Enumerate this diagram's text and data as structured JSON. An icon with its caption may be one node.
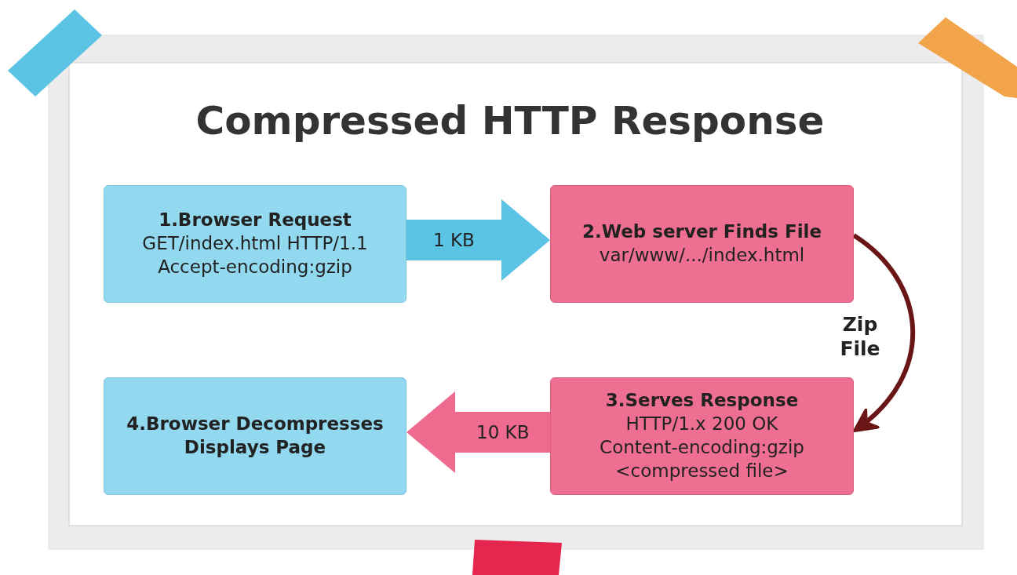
{
  "diagram": {
    "title": "Compressed HTTP Response",
    "nodes": [
      {
        "text": [
          "1.Browser Request",
          "GET/index.html HTTP/1.1",
          "Accept-encoding:gzip"
        ]
      },
      {
        "text": [
          "2.Web server Finds File",
          "var/www/.../index.html"
        ]
      },
      {
        "text": [
          "3.Serves Response",
          "HTTP/1.x 200 OK",
          "Content-encoding:gzip",
          "<compressed file>"
        ]
      },
      {
        "text": [
          "4.Browser Decompresses Displays Page"
        ]
      }
    ],
    "edges": [
      {
        "from": 0,
        "to": 1,
        "arrow": "to",
        "label": "1 KB",
        "style": "thick",
        "color": "#5bc4e5"
      },
      {
        "from": 1,
        "to": 2,
        "arrow": "to",
        "label": "Zip File",
        "color": "#6b1616"
      },
      {
        "from": 2,
        "to": 3,
        "arrow": "to",
        "label": "10 KB",
        "style": "thick",
        "color": "#ee6b8f"
      }
    ]
  }
}
